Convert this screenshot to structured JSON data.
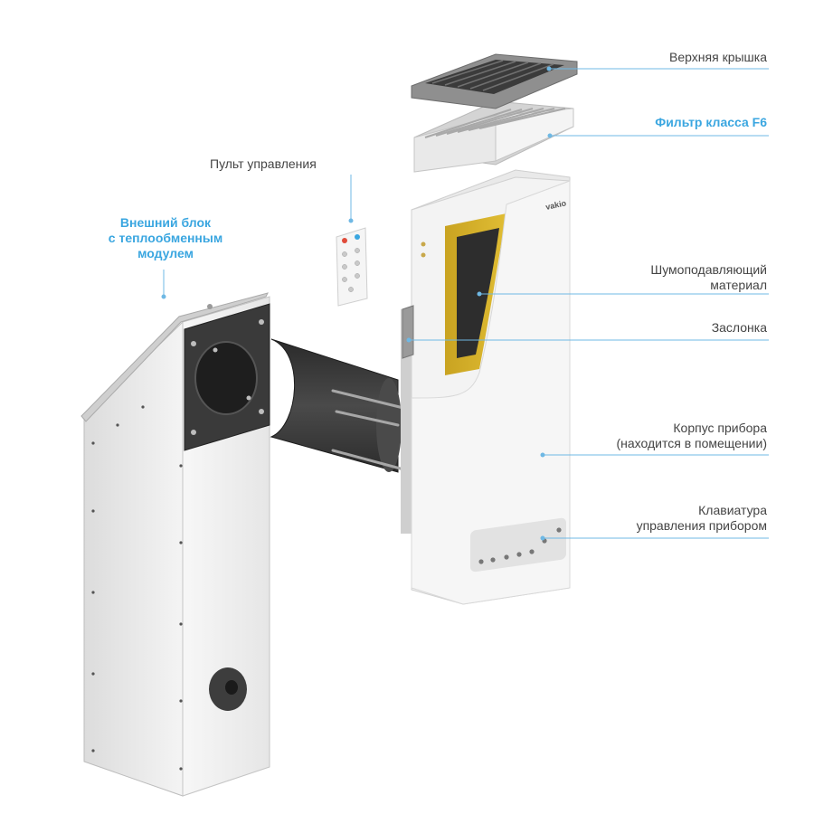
{
  "labels": {
    "top_cover": "Верхняя крышка",
    "filter": "Фильтр класса F6",
    "remote": "Пульт управления",
    "outer_block": [
      "Внешний блок",
      "с теплообменным",
      "модулем"
    ],
    "noise_material": [
      "Шумоподавляющий",
      "материал"
    ],
    "damper": "Заслонка",
    "housing": [
      "Корпус прибора",
      "(находится в помещении)"
    ],
    "keypad": [
      "Клавиатура",
      "управления прибором"
    ]
  },
  "brand": "vakio",
  "colors": {
    "accent": "#3aa6e0",
    "text": "#444444",
    "body_white": "#f1f1f1",
    "dark_grey": "#3c3c3c",
    "yellow": "#d8b42a",
    "leader": "#6fb8e4"
  }
}
